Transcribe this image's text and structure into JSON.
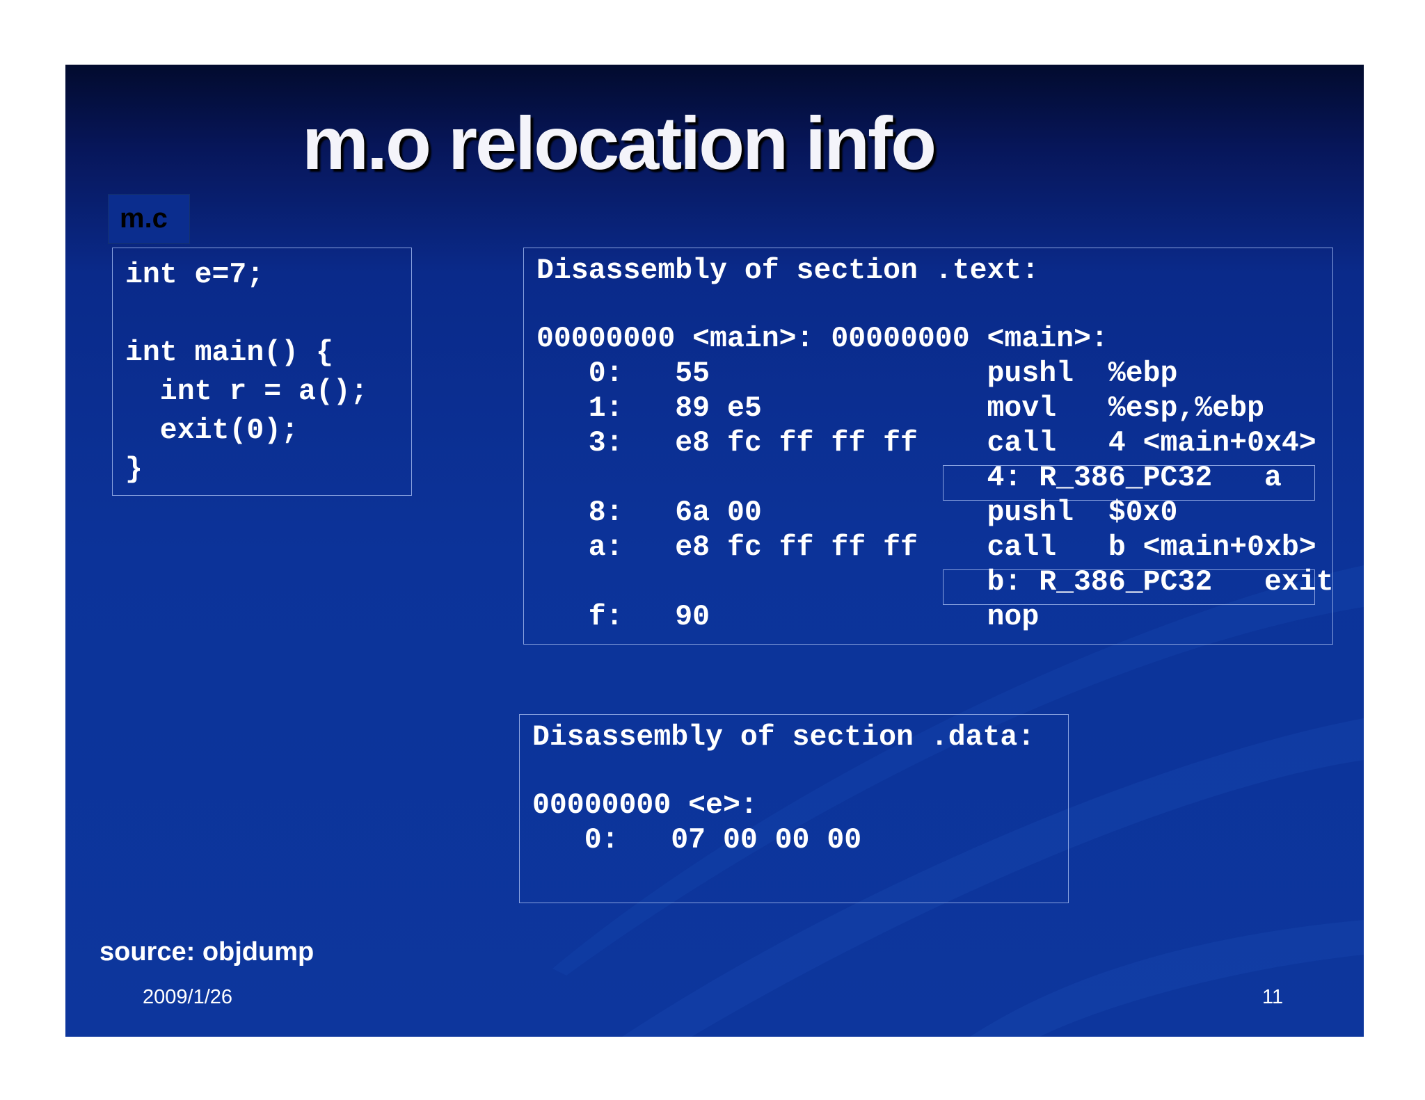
{
  "slide": {
    "title": "m.o relocation info",
    "file_label": "m.c",
    "source_code": "int e=7;\n\nint main() {\n  int r = a();\n  exit(0);\n}",
    "text_section": {
      "header": "Disassembly of section .text:",
      "lines": [
        "00000000 <main>: 00000000 <main>:",
        "   0:   55                pushl  %ebp",
        "   1:   89 e5             movl   %esp,%ebp",
        "   3:   e8 fc ff ff ff    call   4 <main+0x4>",
        "                          4: R_386_PC32   a",
        "   8:   6a 00             pushl  $0x0",
        "   a:   e8 fc ff ff ff    call   b <main+0xb>",
        "                          b: R_386_PC32   exit",
        "   f:   90                nop"
      ]
    },
    "data_section": {
      "header": "Disassembly of section .data:",
      "lines": [
        "00000000 <e>:",
        "   0:   07 00 00 00"
      ]
    },
    "footer": {
      "source": "source: objdump",
      "date": "2009/1/26",
      "page_number": "11"
    },
    "colors": {
      "background_top": "#020b2e",
      "background_main": "#0c3399",
      "text": "#ffffff",
      "box_border": "#8aa3e0"
    }
  }
}
